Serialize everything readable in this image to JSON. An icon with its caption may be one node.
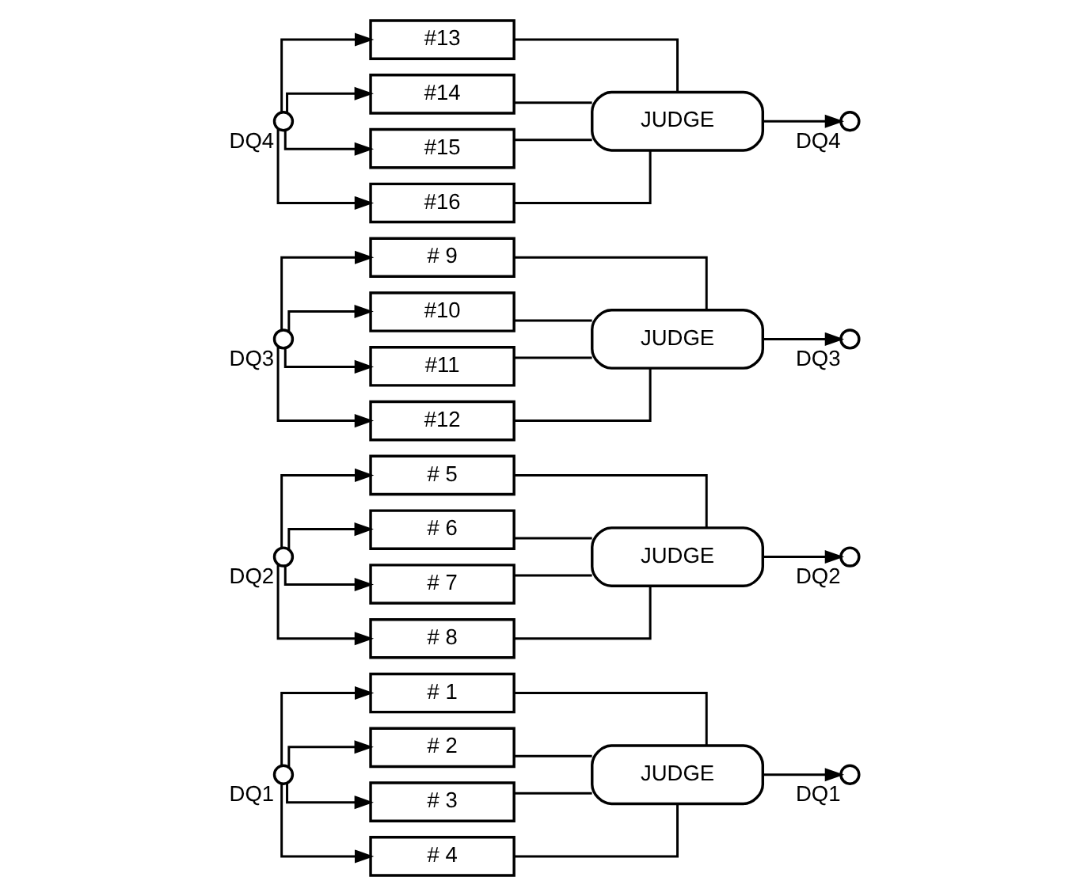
{
  "diagram": {
    "nodes": [
      {
        "text": [
          "DQ1"
        ]
      },
      {
        "text": [
          "# 1"
        ]
      },
      {
        "text": [
          "# 2"
        ]
      },
      {
        "text": [
          "# 3"
        ]
      },
      {
        "text": [
          "# 4"
        ]
      },
      {
        "text": [
          "JUDGE"
        ]
      },
      {
        "text": [
          "DQ1"
        ]
      },
      {
        "text": [
          "DQ2"
        ]
      },
      {
        "text": [
          "# 5"
        ]
      },
      {
        "text": [
          "# 6"
        ]
      },
      {
        "text": [
          "# 7"
        ]
      },
      {
        "text": [
          "# 8"
        ]
      },
      {
        "text": [
          "JUDGE"
        ]
      },
      {
        "text": [
          "DQ2"
        ]
      },
      {
        "text": [
          "DQ3"
        ]
      },
      {
        "text": [
          "# 9"
        ]
      },
      {
        "text": [
          "#10"
        ]
      },
      {
        "text": [
          "#11"
        ]
      },
      {
        "text": [
          "#12"
        ]
      },
      {
        "text": [
          "JUDGE"
        ]
      },
      {
        "text": [
          "DQ3"
        ]
      },
      {
        "text": [
          "DQ4"
        ]
      },
      {
        "text": [
          "#13"
        ]
      },
      {
        "text": [
          "#14"
        ]
      },
      {
        "text": [
          "#15"
        ]
      },
      {
        "text": [
          "#16"
        ]
      },
      {
        "text": [
          "JUDGE"
        ]
      },
      {
        "text": [
          "DQ4"
        ]
      }
    ],
    "edges": [
      {
        "from": 0,
        "to": 1,
        "arrow": "to"
      },
      {
        "from": 0,
        "to": 2,
        "arrow": "to"
      },
      {
        "from": 0,
        "to": 3,
        "arrow": "to"
      },
      {
        "from": 0,
        "to": 4,
        "arrow": "to"
      },
      {
        "from": 1,
        "to": 5,
        "arrow": "none"
      },
      {
        "from": 2,
        "to": 5,
        "arrow": "none"
      },
      {
        "from": 3,
        "to": 5,
        "arrow": "none"
      },
      {
        "from": 4,
        "to": 5,
        "arrow": "none"
      },
      {
        "from": 5,
        "to": 6,
        "arrow": "to"
      },
      {
        "from": 7,
        "to": 8,
        "arrow": "to"
      },
      {
        "from": 7,
        "to": 9,
        "arrow": "to"
      },
      {
        "from": 7,
        "to": 10,
        "arrow": "to"
      },
      {
        "from": 7,
        "to": 11,
        "arrow": "to"
      },
      {
        "from": 8,
        "to": 12,
        "arrow": "none"
      },
      {
        "from": 9,
        "to": 12,
        "arrow": "none"
      },
      {
        "from": 10,
        "to": 12,
        "arrow": "none"
      },
      {
        "from": 11,
        "to": 12,
        "arrow": "none"
      },
      {
        "from": 12,
        "to": 13,
        "arrow": "to"
      },
      {
        "from": 14,
        "to": 15,
        "arrow": "to"
      },
      {
        "from": 14,
        "to": 16,
        "arrow": "to"
      },
      {
        "from": 14,
        "to": 17,
        "arrow": "to"
      },
      {
        "from": 14,
        "to": 18,
        "arrow": "to"
      },
      {
        "from": 15,
        "to": 19,
        "arrow": "none"
      },
      {
        "from": 16,
        "to": 19,
        "arrow": "none"
      },
      {
        "from": 17,
        "to": 19,
        "arrow": "none"
      },
      {
        "from": 18,
        "to": 19,
        "arrow": "none"
      },
      {
        "from": 19,
        "to": 20,
        "arrow": "to"
      },
      {
        "from": 21,
        "to": 22,
        "arrow": "to"
      },
      {
        "from": 21,
        "to": 23,
        "arrow": "to"
      },
      {
        "from": 21,
        "to": 24,
        "arrow": "to"
      },
      {
        "from": 21,
        "to": 25,
        "arrow": "to"
      },
      {
        "from": 22,
        "to": 26,
        "arrow": "none"
      },
      {
        "from": 23,
        "to": 26,
        "arrow": "none"
      },
      {
        "from": 24,
        "to": 26,
        "arrow": "none"
      },
      {
        "from": 25,
        "to": 26,
        "arrow": "none"
      },
      {
        "from": 26,
        "to": 27,
        "arrow": "to"
      }
    ]
  }
}
